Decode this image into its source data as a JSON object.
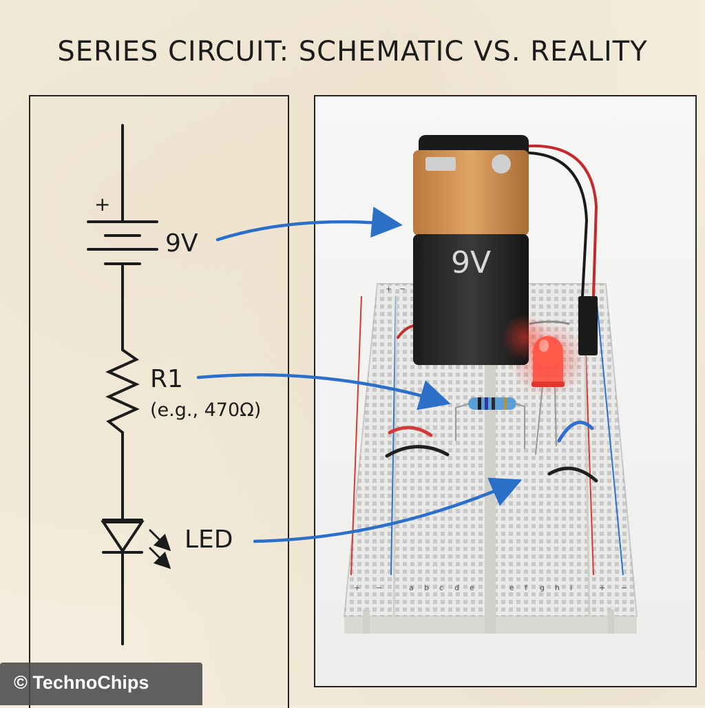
{
  "title": "SERIES CIRCUIT: SCHEMATIC VS. REALITY",
  "schematic": {
    "battery_plus": "+",
    "battery_label": "9V",
    "resistor_label": "R1",
    "resistor_value": "(e.g., 470Ω)",
    "led_label": "LED"
  },
  "photo": {
    "battery_text": "9V",
    "rail_plus": "+",
    "rail_minus": "−",
    "columns_left": [
      "a",
      "b",
      "c",
      "d",
      "e"
    ],
    "columns_right": [
      "e",
      "f",
      "g",
      "h",
      "i"
    ]
  },
  "colors": {
    "ink": "#1c1c1c",
    "arrow": "#2b6fc9",
    "rail_red": "#d23a3a",
    "rail_blue": "#2f6fcf",
    "led_red": "#ff3b30"
  },
  "watermark": "© TechnoChips"
}
